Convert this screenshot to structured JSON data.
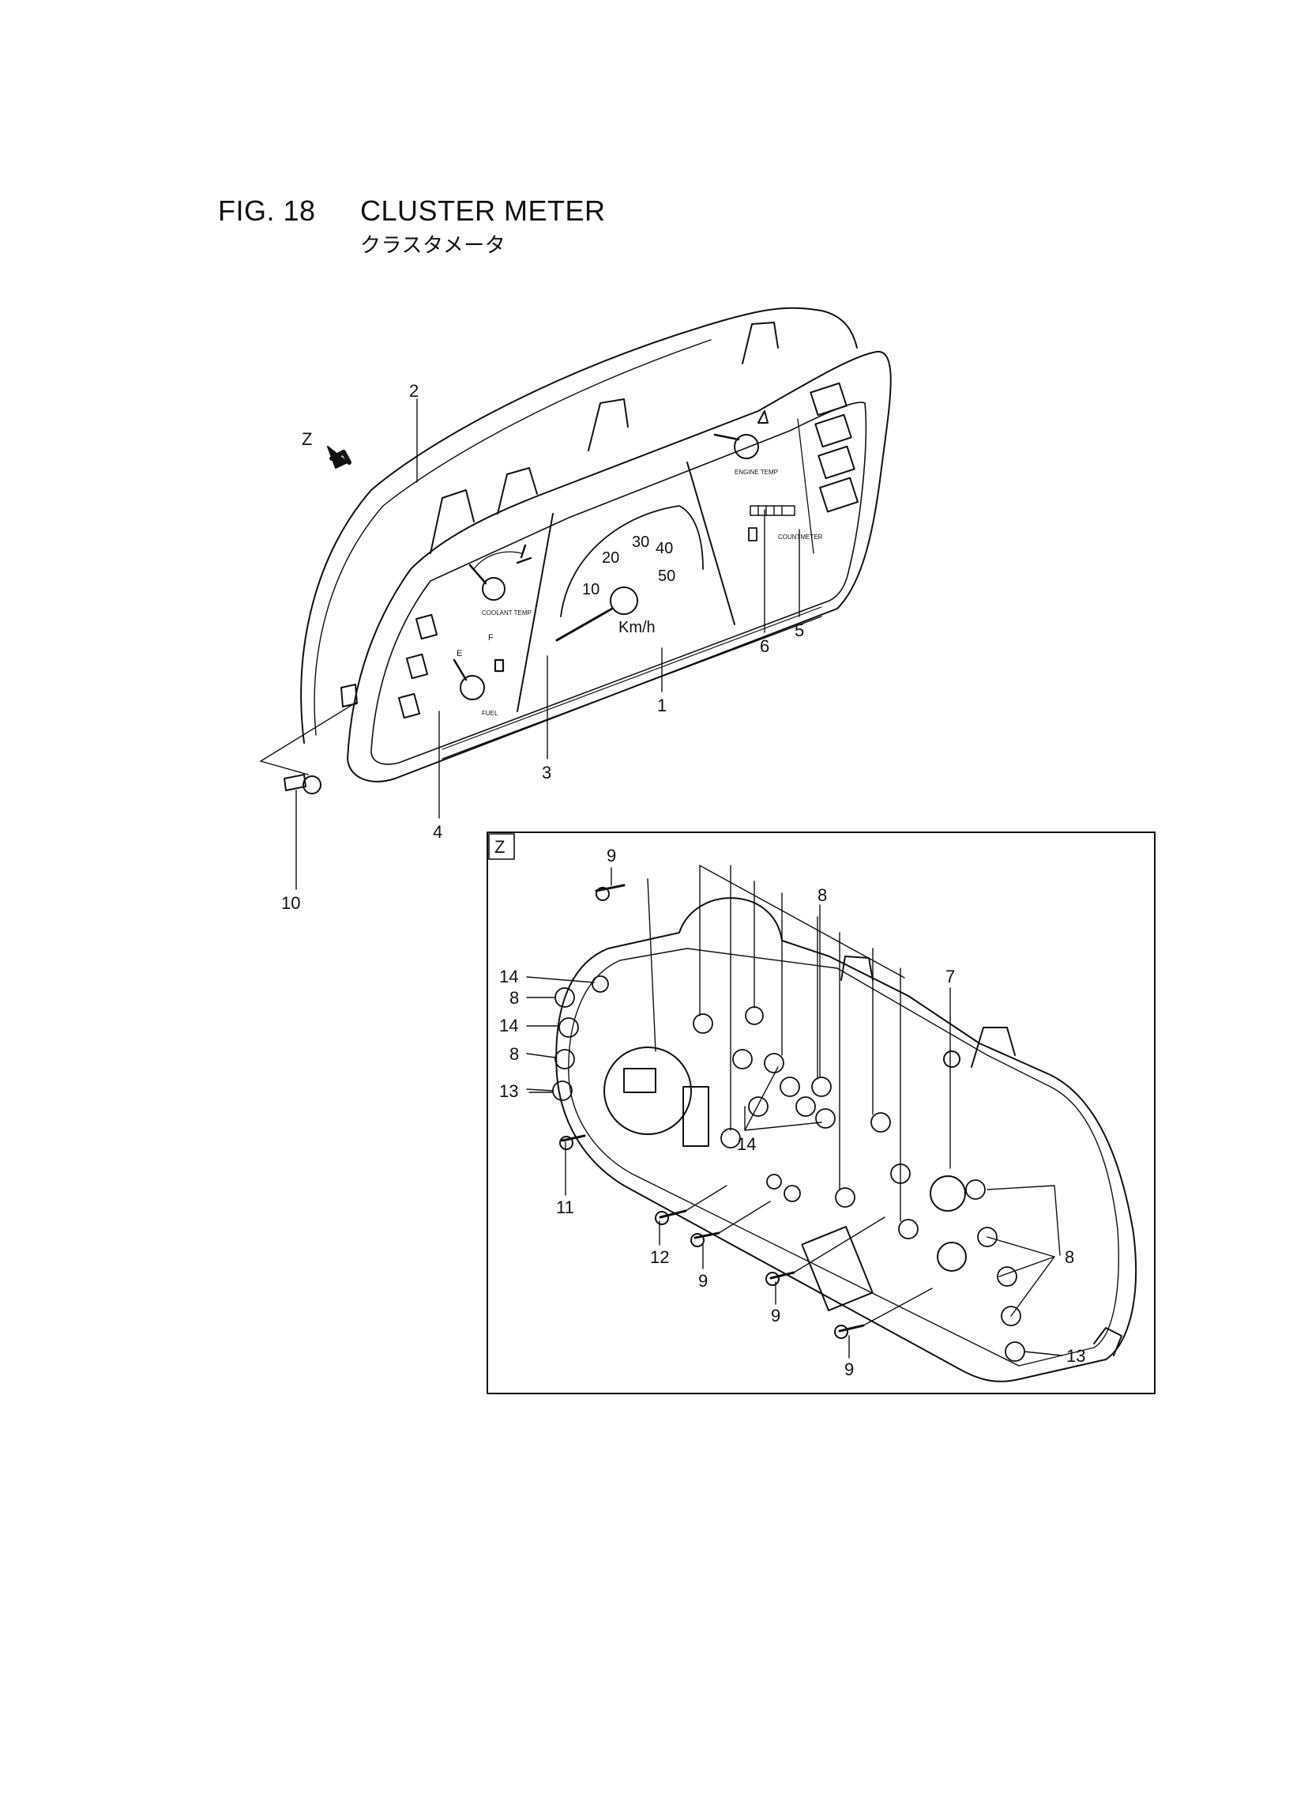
{
  "figure": {
    "number": "FIG. 18",
    "title": "CLUSTER METER",
    "subtitle_ja": "クラスタメータ"
  },
  "view_marker": "Z",
  "inset_label": "Z",
  "gauges": {
    "speed_ticks": [
      "10",
      "20",
      "30",
      "40",
      "50"
    ],
    "speed_unit": "Km/h",
    "coolant_label": "COOLANT TEMP",
    "fuel_label": "FUEL",
    "fuel_e": "E",
    "fuel_f": "F",
    "right_gauge_label": "ENGINE TEMP",
    "counter_label": "COUNTMETER"
  },
  "callouts": {
    "c1": "1",
    "c2": "2",
    "c3": "3",
    "c4": "4",
    "c5": "5",
    "c6": "6",
    "c7": "7",
    "c8": "8",
    "c9": "9",
    "c10": "10",
    "c11": "11",
    "c12": "12",
    "c13": "13",
    "c14": "14"
  }
}
